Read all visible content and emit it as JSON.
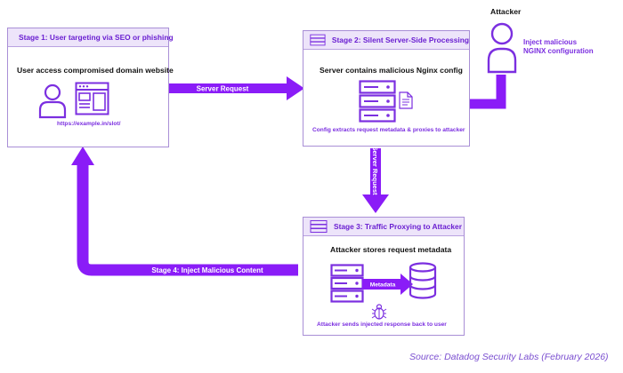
{
  "stage1": {
    "title": "Stage 1: User targeting via SEO or phishing",
    "subtitle": "User access compromised domain website",
    "url": "https://example.in/slot/"
  },
  "stage2": {
    "title": "Stage 2: Silent Server-Side Processing",
    "subtitle": "Server contains malicious Nginx config",
    "note": "Config extracts request metadata & proxies to attacker"
  },
  "stage3": {
    "title": "Stage 3: Traffic Proxying to Attacker",
    "subtitle": "Attacker stores request metadata",
    "metadata_label": "Metadata",
    "note": "Attacker sends injected response back to user"
  },
  "attacker": {
    "label": "Attacker",
    "action_line1": "Inject malicious",
    "action_line2": "NGINX configuration"
  },
  "arrows": {
    "server_request_h": "Server Request",
    "server_request_v": "Server Request",
    "stage4": "Stage 4: Inject Malicious Content"
  },
  "source": "Source: Datadog Security Labs (February 2026)",
  "colors": {
    "accent": "#8a1cf7",
    "header_bg": "#ede4fa",
    "header_text": "#6a1fd1",
    "source_text": "#7b4fd0"
  }
}
